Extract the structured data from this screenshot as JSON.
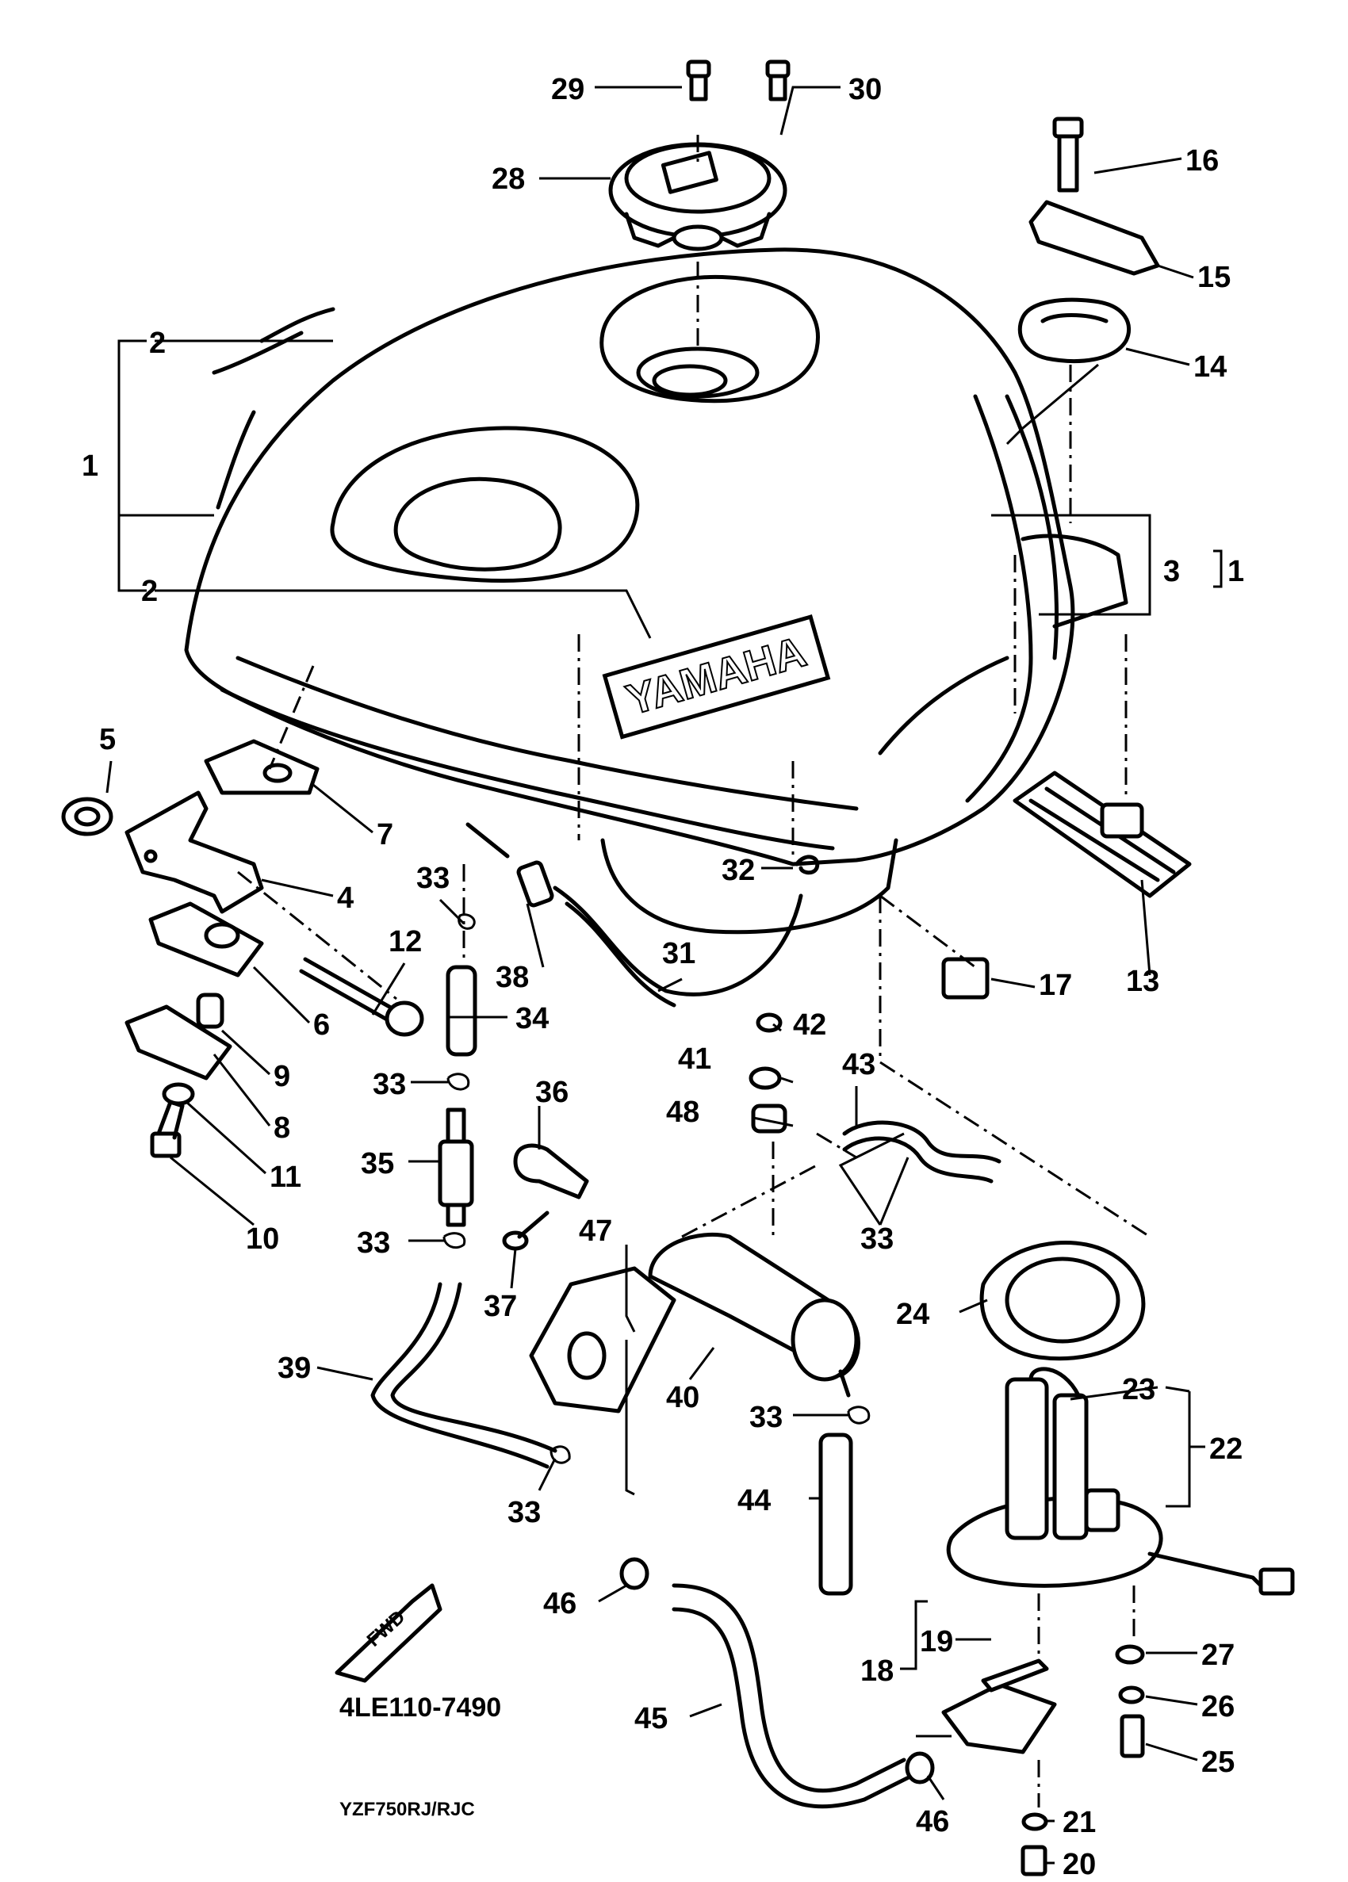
{
  "diagram": {
    "part_code": "4LE110-7490",
    "model_code": "YZF750RJ/RJC",
    "brand_text": "YAMAHA",
    "direction_badge": "FWD",
    "callouts": {
      "c1a": "1",
      "c1b": "1",
      "c2a": "2",
      "c2b": "2",
      "c3": "3",
      "c4": "4",
      "c5": "5",
      "c6": "6",
      "c7": "7",
      "c8": "8",
      "c9": "9",
      "c10": "10",
      "c11": "11",
      "c12": "12",
      "c13": "13",
      "c14": "14",
      "c15": "15",
      "c16": "16",
      "c17": "17",
      "c18": "18",
      "c19": "19",
      "c20": "20",
      "c21": "21",
      "c22": "22",
      "c23": "23",
      "c24": "24",
      "c25": "25",
      "c26": "26",
      "c27": "27",
      "c28": "28",
      "c29": "29",
      "c30": "30",
      "c31": "31",
      "c32": "32",
      "c33a": "33",
      "c33b": "33",
      "c33c": "33",
      "c33d": "33",
      "c33e": "33",
      "c33f": "33",
      "c34": "34",
      "c35": "35",
      "c36": "36",
      "c37": "37",
      "c38": "38",
      "c39": "39",
      "c40": "40",
      "c41": "41",
      "c42": "42",
      "c43": "43",
      "c44": "44",
      "c45": "45",
      "c46a": "46",
      "c46b": "46",
      "c47": "47",
      "c48": "48"
    }
  }
}
